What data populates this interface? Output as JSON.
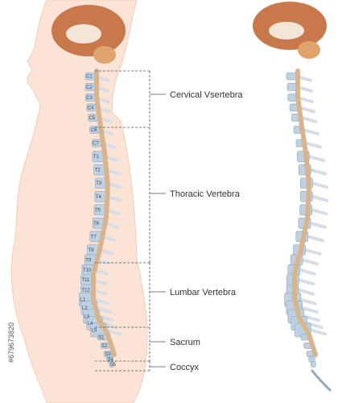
{
  "colors": {
    "skin": "#fbe3d6",
    "skin_outline": "#f2cdb8",
    "vertebra": "#bfd0e0",
    "vertebra_edge": "#8fa8bf",
    "disc": "#e9f1f7",
    "cord": "#d8b48e",
    "brain": "#c8784a",
    "cerebellum": "#e1a36e",
    "rib": "#d6dde6",
    "dash": "#555555"
  },
  "regions": [
    {
      "name": "Cervical Vsertebra"
    },
    {
      "name": "Thoracic Vertebra"
    },
    {
      "name": "Lumbar Vertebra"
    },
    {
      "name": "Sacrum"
    },
    {
      "name": "Coccyx"
    }
  ],
  "vertebrae": {
    "cervical": [
      "C1",
      "C2",
      "C3",
      "C4",
      "C5",
      "C6",
      "C7"
    ],
    "thoracic": [
      "T1",
      "T2",
      "T3",
      "T4",
      "T5",
      "T6",
      "T7",
      "T8",
      "T9",
      "T10",
      "T11",
      "T12"
    ],
    "lumbar": [
      "L1",
      "L2",
      "L3",
      "L4",
      "L5"
    ],
    "sacral": [
      "S1",
      "S2",
      "S3",
      "S4",
      "S5"
    ]
  },
  "stock_id": "#679673820"
}
